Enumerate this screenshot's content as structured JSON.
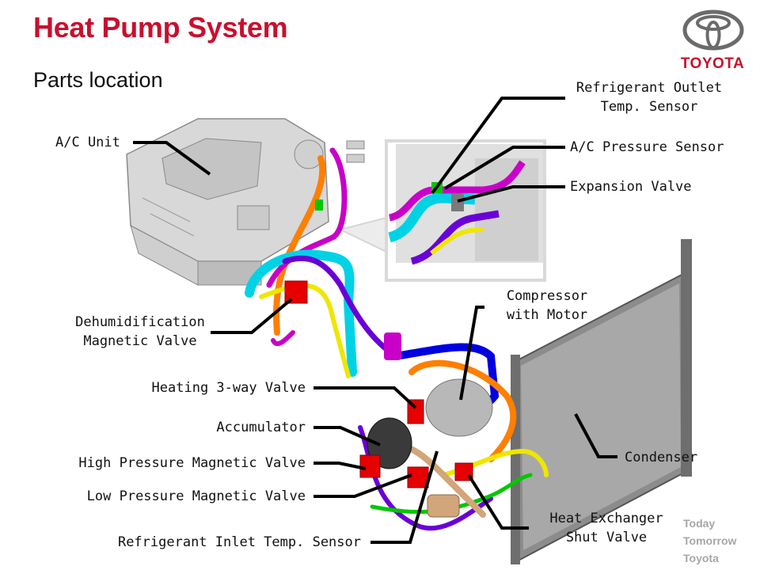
{
  "header": {
    "title": "Heat Pump System",
    "subtitle": "Parts location"
  },
  "brand": {
    "name": "TOYOTA",
    "color": "#c8102e",
    "tagline": [
      "Today",
      "Tomorrow",
      "Toyota"
    ]
  },
  "diagram": {
    "labels": {
      "ac_unit": "A/C Unit",
      "dehumidification_valve": [
        "Dehumidification",
        "Magnetic Valve"
      ],
      "heating_3way_valve": "Heating 3-way Valve",
      "accumulator": "Accumulator",
      "high_pressure_valve": "High Pressure Magnetic Valve",
      "low_pressure_valve": "Low Pressure Magnetic Valve",
      "refrigerant_inlet_sensor": "Refrigerant Inlet Temp. Sensor",
      "refrigerant_outlet_sensor": [
        "Refrigerant Outlet",
        "Temp. Sensor"
      ],
      "ac_pressure_sensor": "A/C Pressure Sensor",
      "expansion_valve": "Expansion Valve",
      "compressor": [
        "Compressor",
        "with Motor"
      ],
      "condenser": "Condenser",
      "heat_exchanger_valve": [
        "Heat Exchanger",
        "Shut Valve"
      ]
    },
    "pipe_colors": [
      "#ff7f00",
      "#c800c8",
      "#00d2e6",
      "#f0e600",
      "#0000e0",
      "#e60000",
      "#00c800",
      "#6a00d6",
      "#d2a57a"
    ]
  }
}
